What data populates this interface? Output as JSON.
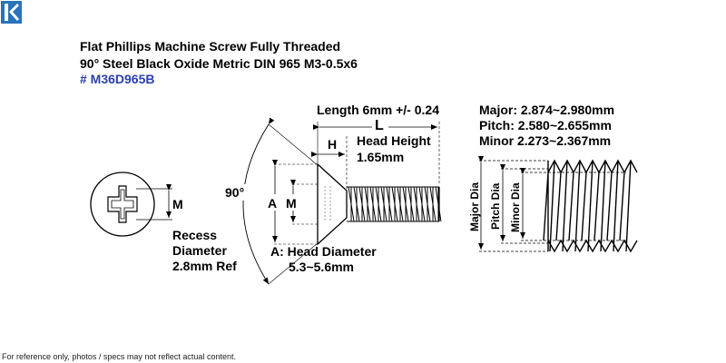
{
  "title": {
    "line1": "Flat Phillips Machine Screw Fully Threaded",
    "line2": "90° Steel Black Oxide Metric DIN 965 M3-0.5x6",
    "part_number": "# M36D965B"
  },
  "labels": {
    "length": "Length 6mm +/- 0.24",
    "length_symbol": "L",
    "head_height_symbol": "H",
    "head_height_title": "Head Height",
    "head_height_value": "1.65mm",
    "angle": "90°",
    "head_diameter_symbol": "A",
    "recess_symbol": "M",
    "head_diameter_title": "A: Head Diameter",
    "head_diameter_value": "5.3~5.6mm",
    "recess_line1": "Recess",
    "recess_line2": "Diameter",
    "recess_line3": "2.8mm Ref",
    "major": "Major: 2.874~2.980mm",
    "pitch": "Pitch: 2.580~2.655mm",
    "minor": "Minor 2.273~2.367mm",
    "major_dia": "Major Dia",
    "pitch_dia": "Pitch Dia",
    "minor_dia": "Minor Dia"
  },
  "disclaimer": "For reference only, photos / specs may not reflect actual content.",
  "colors": {
    "logo": "#2a73b8",
    "part_number": "#2b3fb0"
  }
}
